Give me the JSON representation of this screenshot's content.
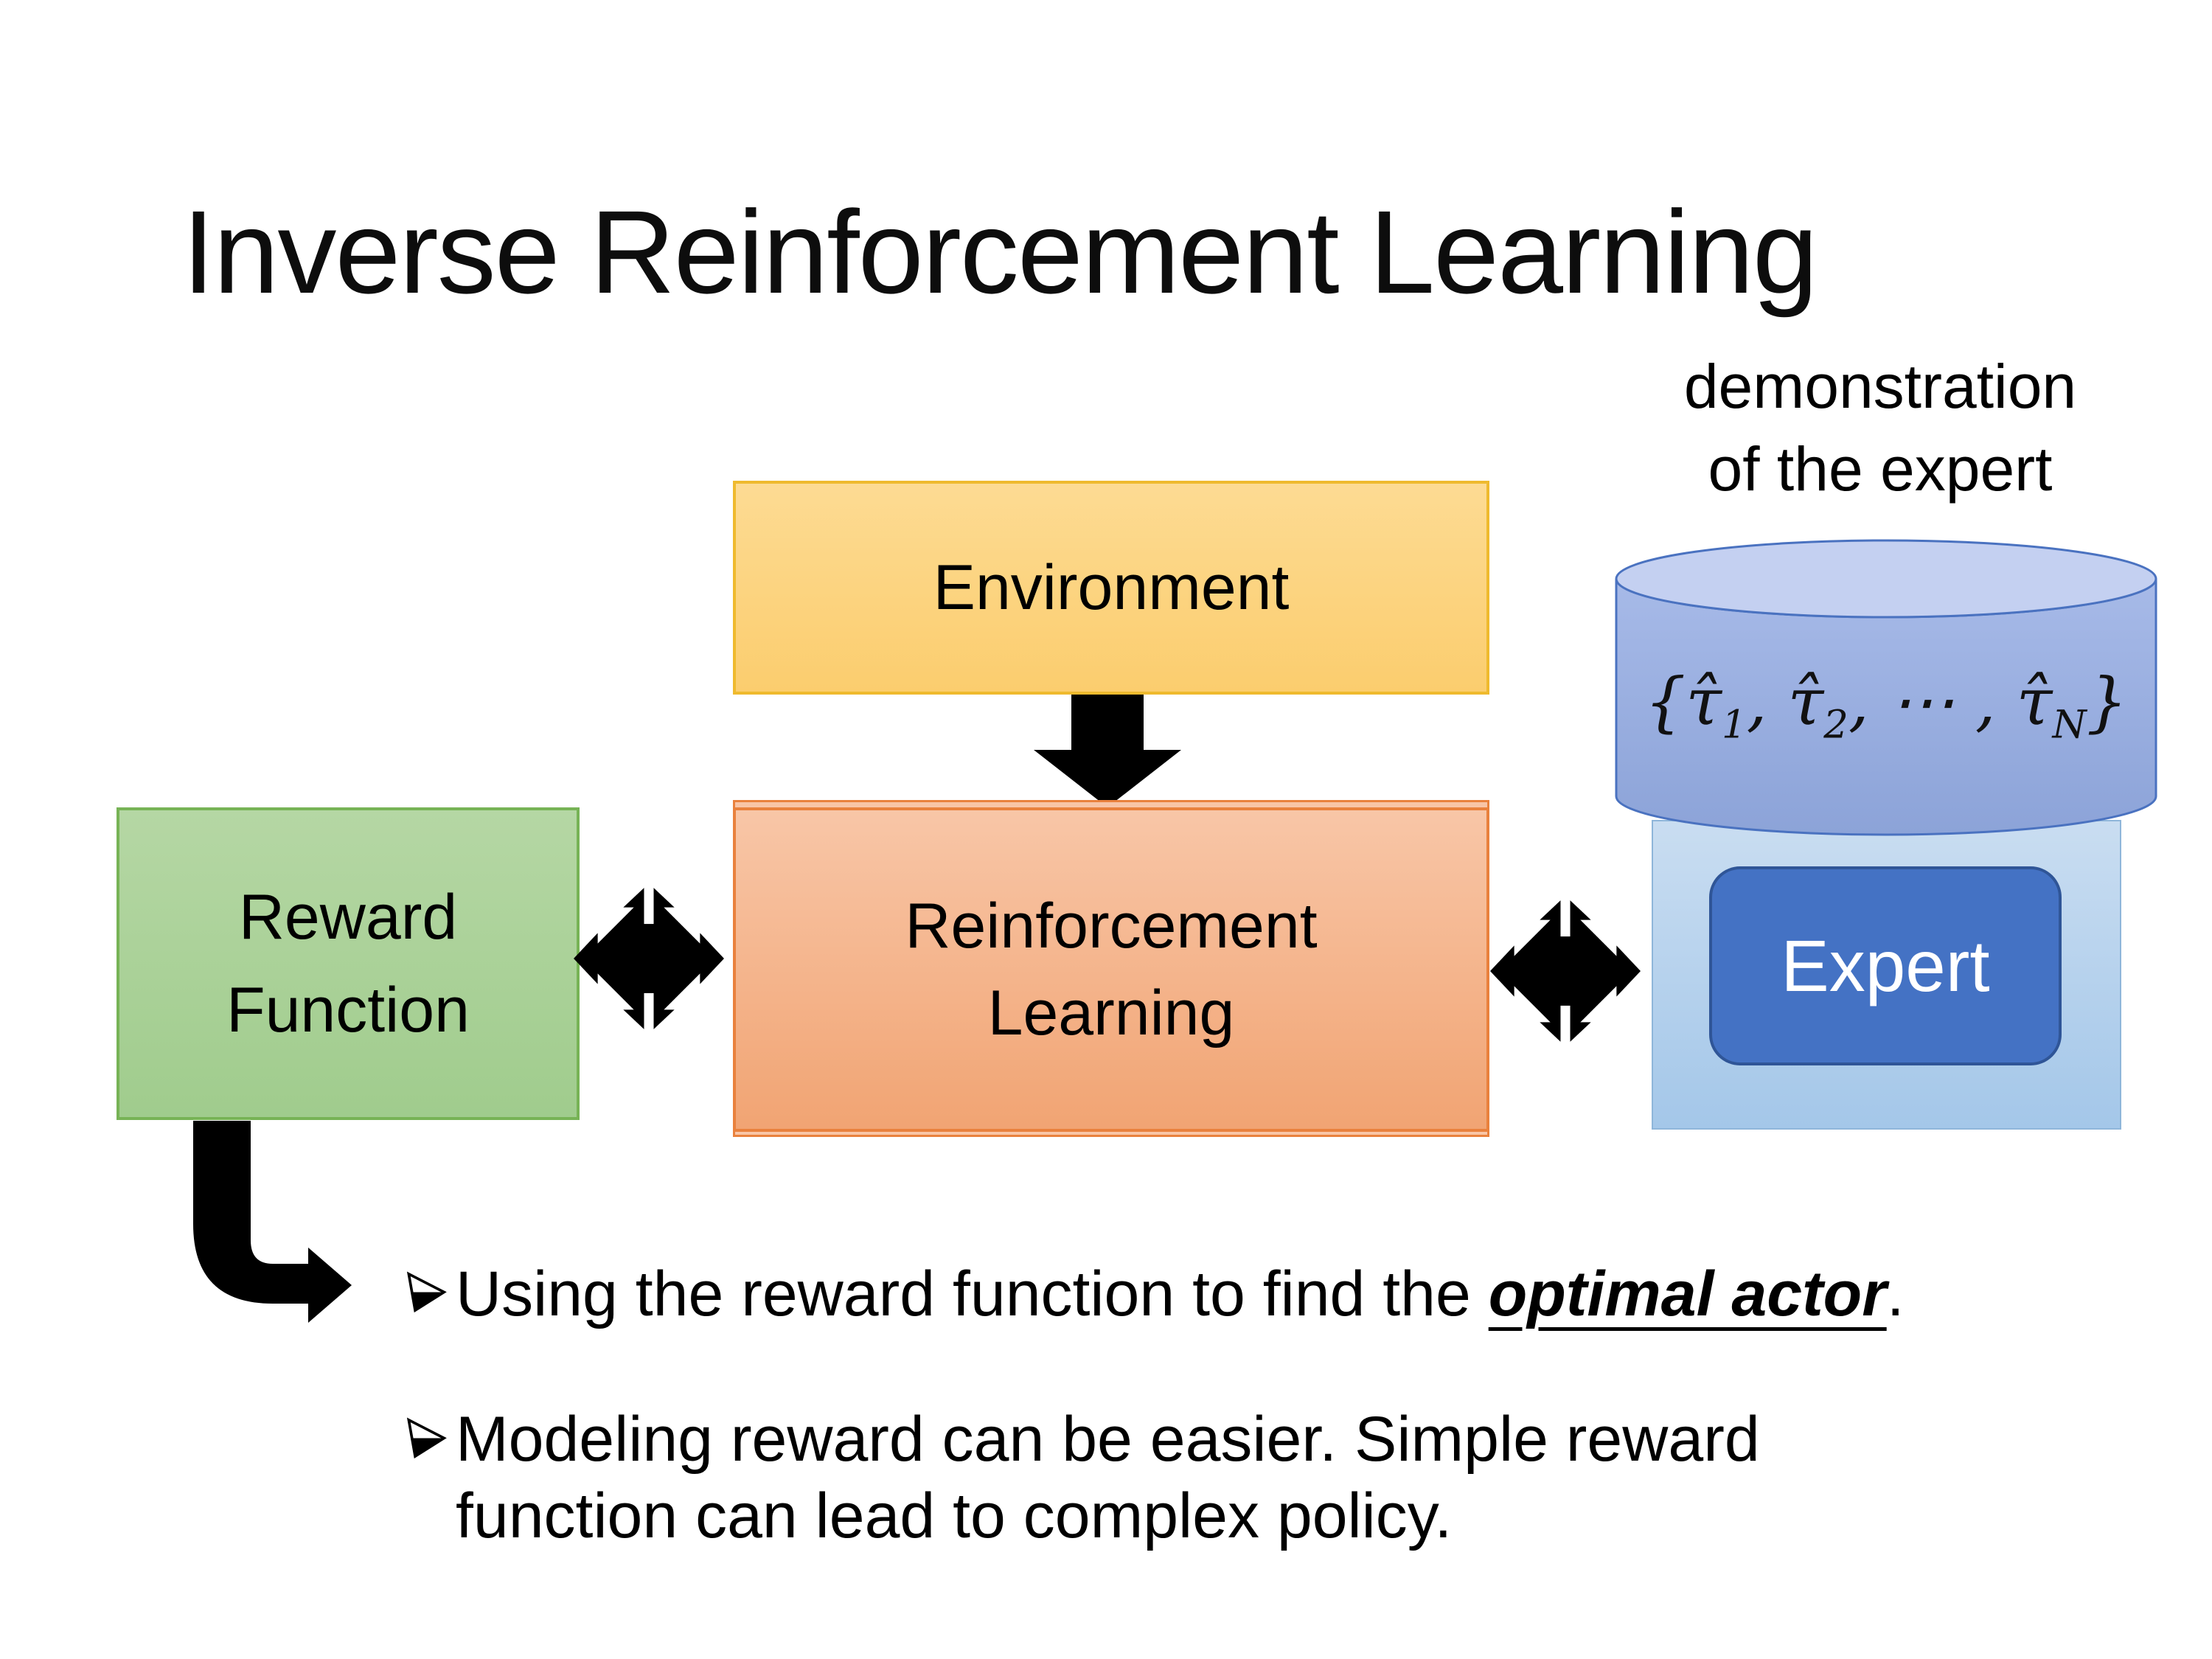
{
  "slide": {
    "title": "Inverse Reinforcement Learning"
  },
  "demo_label": {
    "line1": "demonstration",
    "line2": "of the expert"
  },
  "environment": {
    "label": "Environment"
  },
  "reinforcement_learning": {
    "line1": "Reinforcement",
    "line2": "Learning"
  },
  "reward_function": {
    "line1": "Reward",
    "line2": "Function"
  },
  "expert": {
    "label": "Expert"
  },
  "database": {
    "brace_open": "{",
    "tau": "τ̂",
    "idx1": "1",
    "sep1": ", ",
    "idx2": "2",
    "sep2": ", ⋯ , ",
    "idxN": "N",
    "brace_close": "}"
  },
  "bullets": {
    "b1_pre": "Using the reward function to find the ",
    "b1_emphasis": "optimal actor",
    "b1_post": ".",
    "b2_line1": "Modeling reward can be easier. Simple reward",
    "b2_line2": "function can lead to complex policy."
  },
  "colors": {
    "environment_fill_top": "#FDDB93",
    "environment_fill_bottom": "#FBCD6E",
    "environment_border": "#EFBA2E",
    "rl_fill_top": "#F8C6A7",
    "rl_fill_bottom": "#F1A473",
    "rl_border": "#E9813D",
    "reward_fill_top": "#B5D7A4",
    "reward_fill_bottom": "#A0CC8D",
    "reward_border": "#77B356",
    "expert_container_fill_top": "#C9DDF1",
    "expert_container_fill_bottom": "#A4C7E9",
    "expert_container_border": "#8FB6DA",
    "expert_fill": "#4472C4",
    "expert_border": "#2F5597",
    "cylinder_body_top": "#A7BAE8",
    "cylinder_body_bottom": "#8CA3D8",
    "cylinder_top_face": "#C4D0F1",
    "cylinder_stroke": "#4A72C0",
    "arrow_black": "#000000",
    "background": "#FFFFFF"
  }
}
